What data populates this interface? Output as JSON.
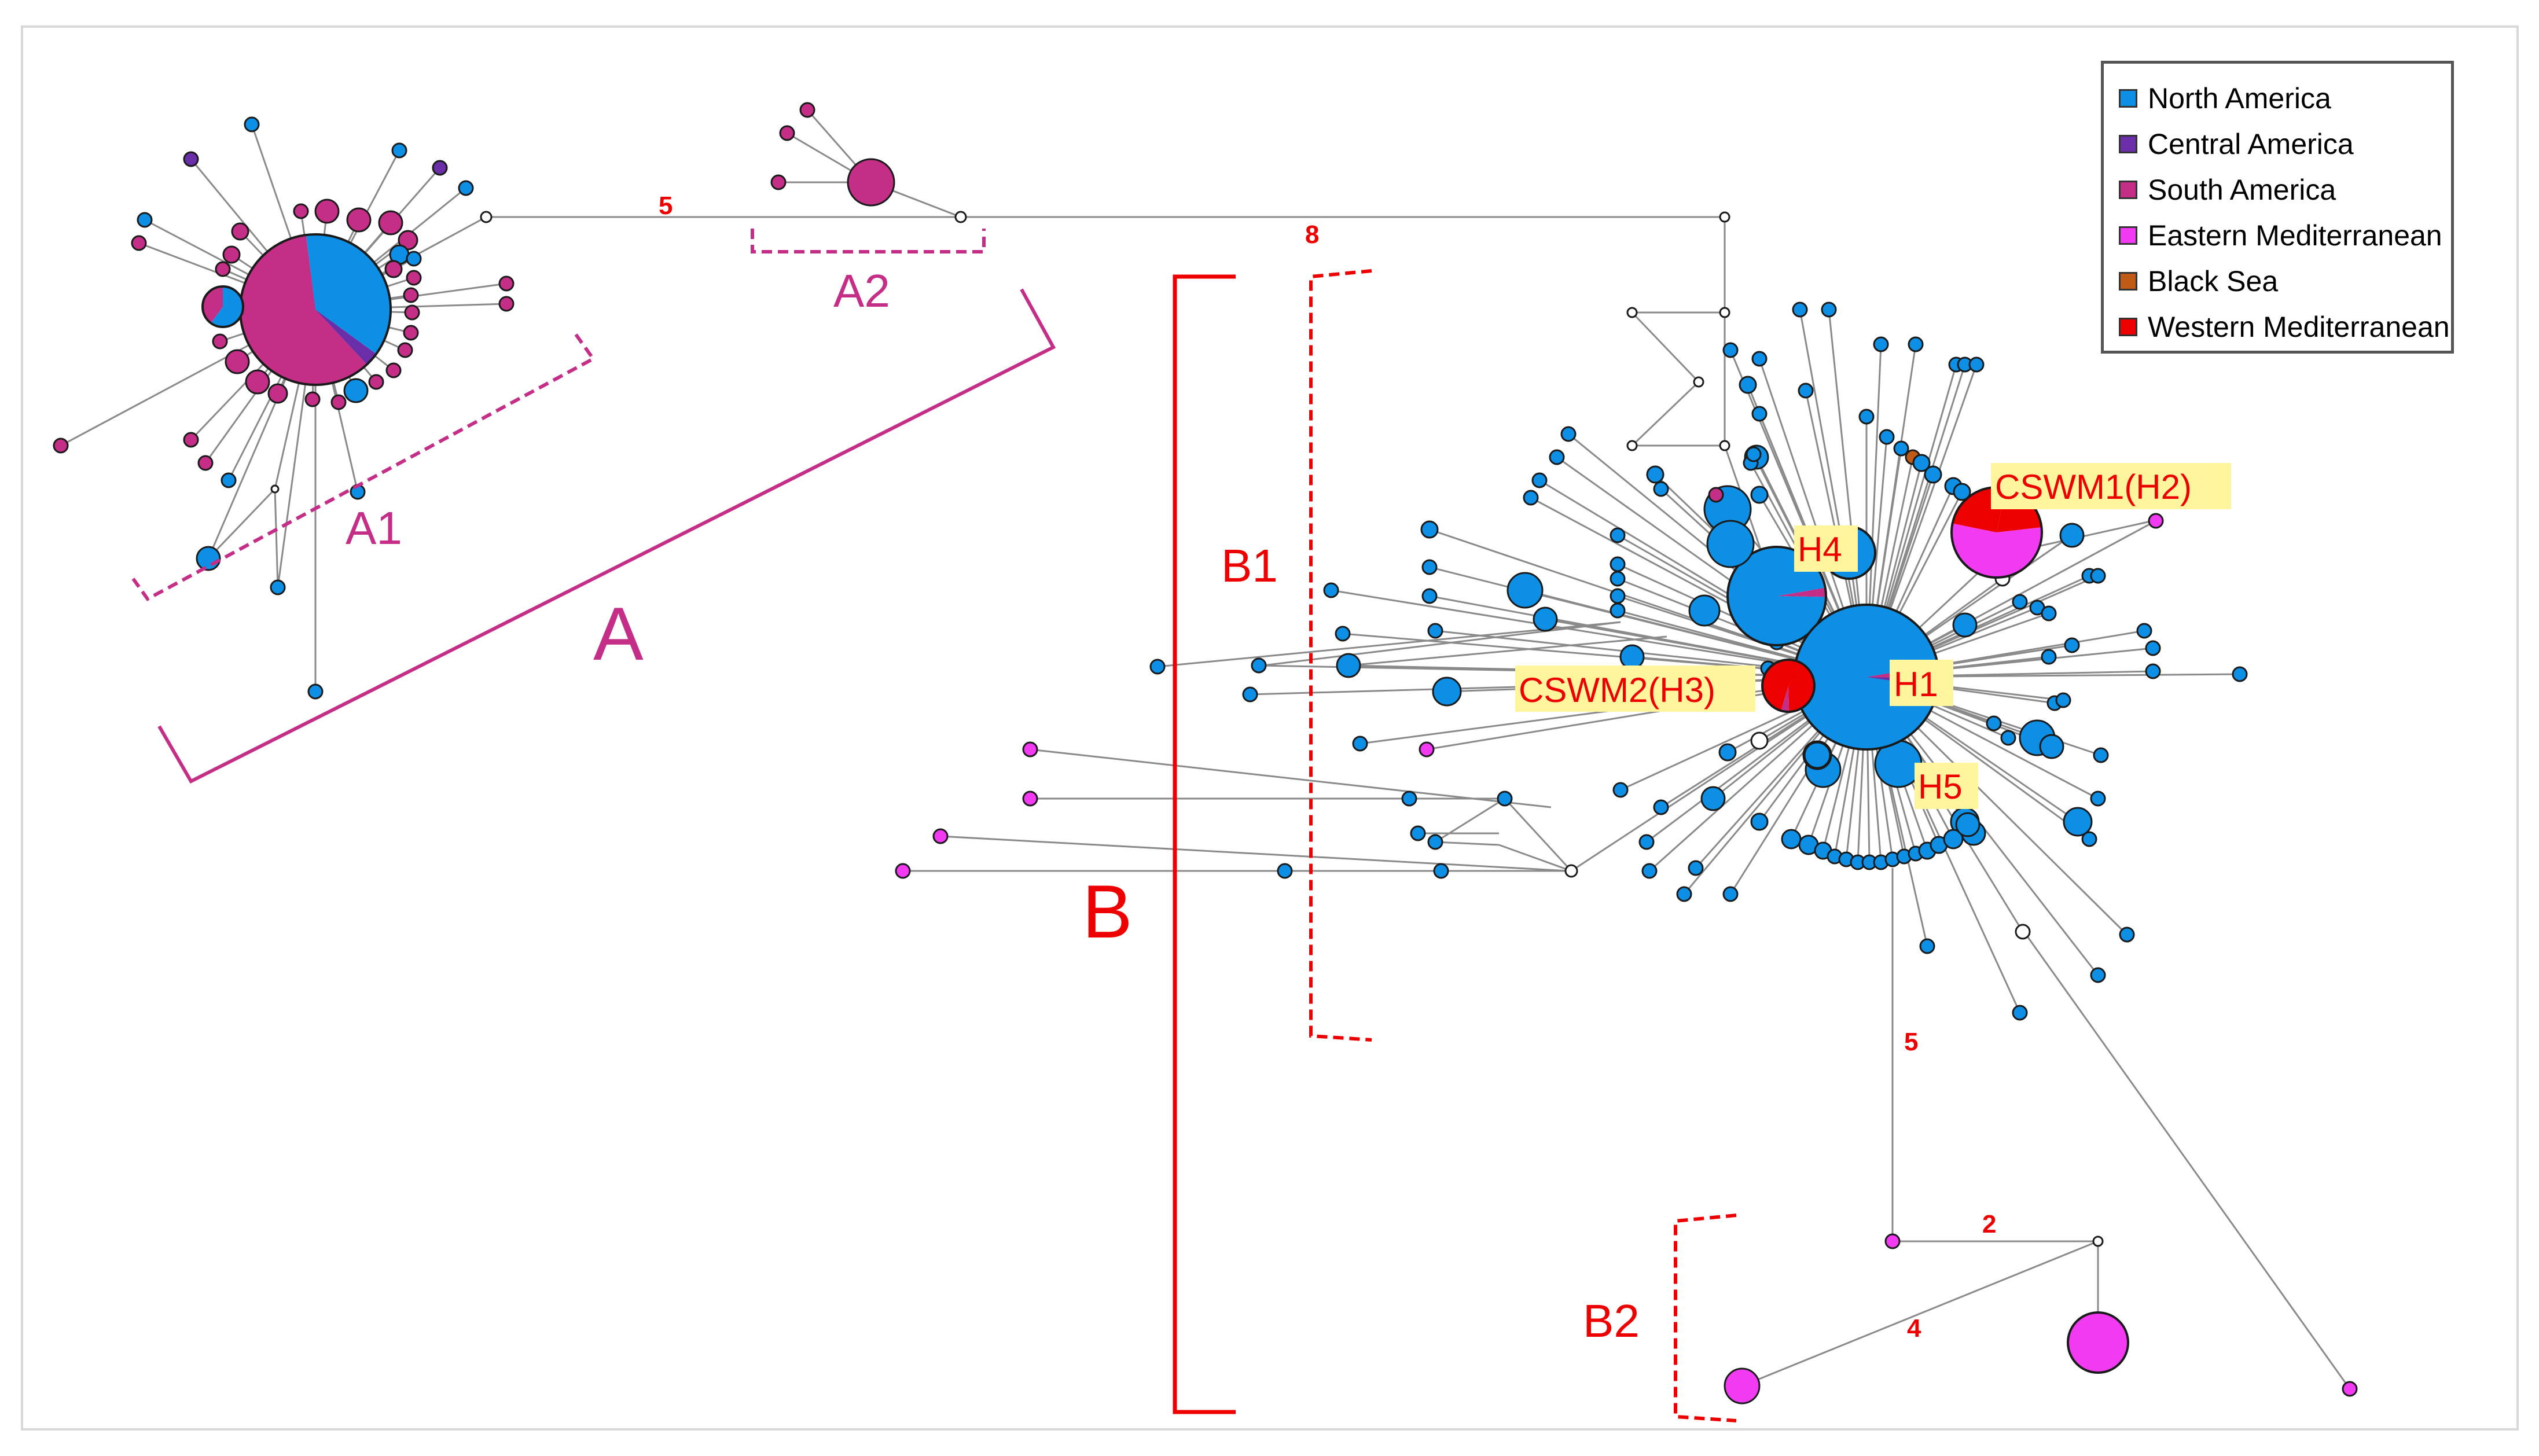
{
  "legend": {
    "items": [
      {
        "label": "North America",
        "color": "#0d8fe6"
      },
      {
        "label": "Central America",
        "color": "#6a2fa8"
      },
      {
        "label": "South America",
        "color": "#c42e86"
      },
      {
        "label": "Eastern Mediterranean",
        "color": "#f23af2"
      },
      {
        "label": "Black Sea",
        "color": "#c05a17"
      },
      {
        "label": "Western Mediterranean",
        "color": "#ee0000"
      }
    ]
  },
  "clades": {
    "A": "A",
    "A1": "A1",
    "A2": "A2",
    "B": "B",
    "B1": "B1",
    "B2": "B2"
  },
  "haplotypes": {
    "cswm1": "CSWM1(H2)",
    "cswm2": "CSWM2(H3)",
    "h1": "H1",
    "h4": "H4",
    "h5": "H5"
  },
  "mutation_counts": {
    "a_link": "5",
    "ab_link": "8",
    "b2_stem": "5",
    "b2_branch": "2",
    "b2_lower": "4"
  },
  "colors": {
    "clade_a": "#c42e86",
    "clade_b": "#ee0000",
    "edge": "#888888",
    "node_outline": "#1a1a1a",
    "median_vector": "#ffffff",
    "highlight": "#fff59d"
  }
}
